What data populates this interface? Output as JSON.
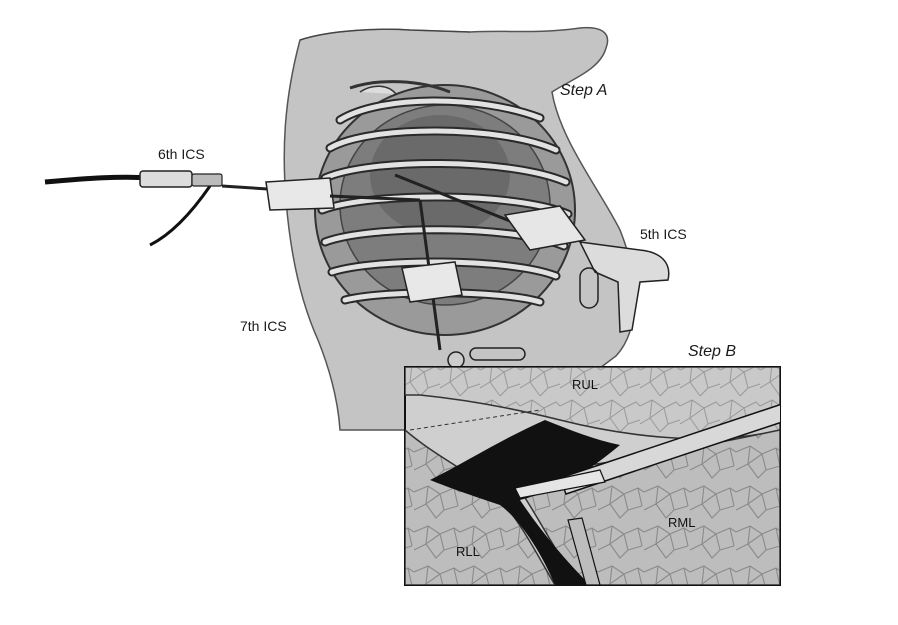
{
  "labels": {
    "step_a": "Step A",
    "step_b": "Step B",
    "ics_6": "6th ICS",
    "ics_5": "5th ICS",
    "ics_7": "7th ICS",
    "rul": "RUL",
    "rml": "RML",
    "rll": "RLL"
  }
}
